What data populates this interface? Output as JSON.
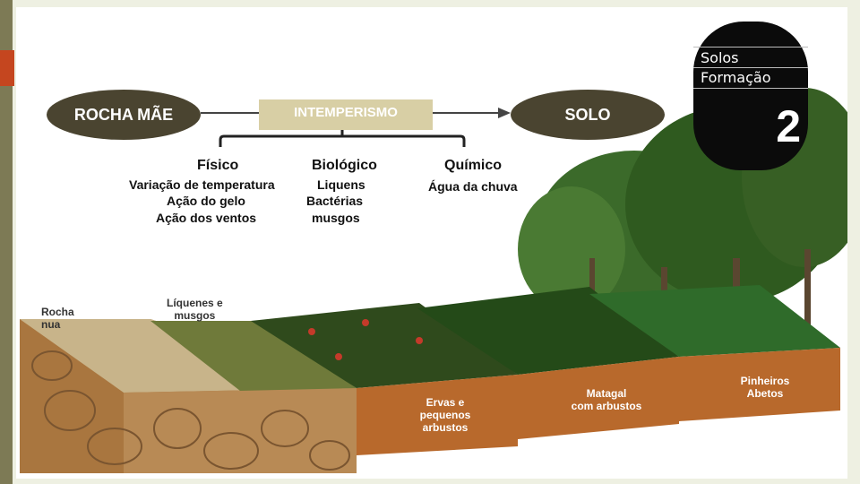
{
  "diagram": {
    "rock": "ROCHA MÃE",
    "weathering": "INTEMPERISMO",
    "soil": "SOLO",
    "categories": [
      {
        "title": "Físico",
        "items": [
          "Variação de temperatura",
          "Ação do gelo",
          "Ação dos ventos"
        ]
      },
      {
        "title": "Biológico",
        "items": [
          "Liquens",
          "Bactérias",
          "musgos"
        ]
      },
      {
        "title": "Químico",
        "items": [
          "Água da chuva"
        ]
      }
    ]
  },
  "badge": {
    "line1": "Solos",
    "line2": "Formação",
    "number": "2"
  },
  "stages": {
    "bare_rock": [
      "Rocha",
      "nua"
    ],
    "lichens": [
      "Líquenes e",
      "musgos"
    ],
    "herbs": [
      "Ervas e",
      "pequenos",
      "arbustos"
    ],
    "thicket": [
      "Matagal",
      "com arbustos"
    ],
    "pines": [
      "Pinheiros",
      "Abetos"
    ]
  },
  "colors": {
    "pill": "#4a4430",
    "box": "#d8cfa5",
    "soil": "#b8692c",
    "vegetation": "#2f5a1f",
    "accent": "#c5461f"
  }
}
